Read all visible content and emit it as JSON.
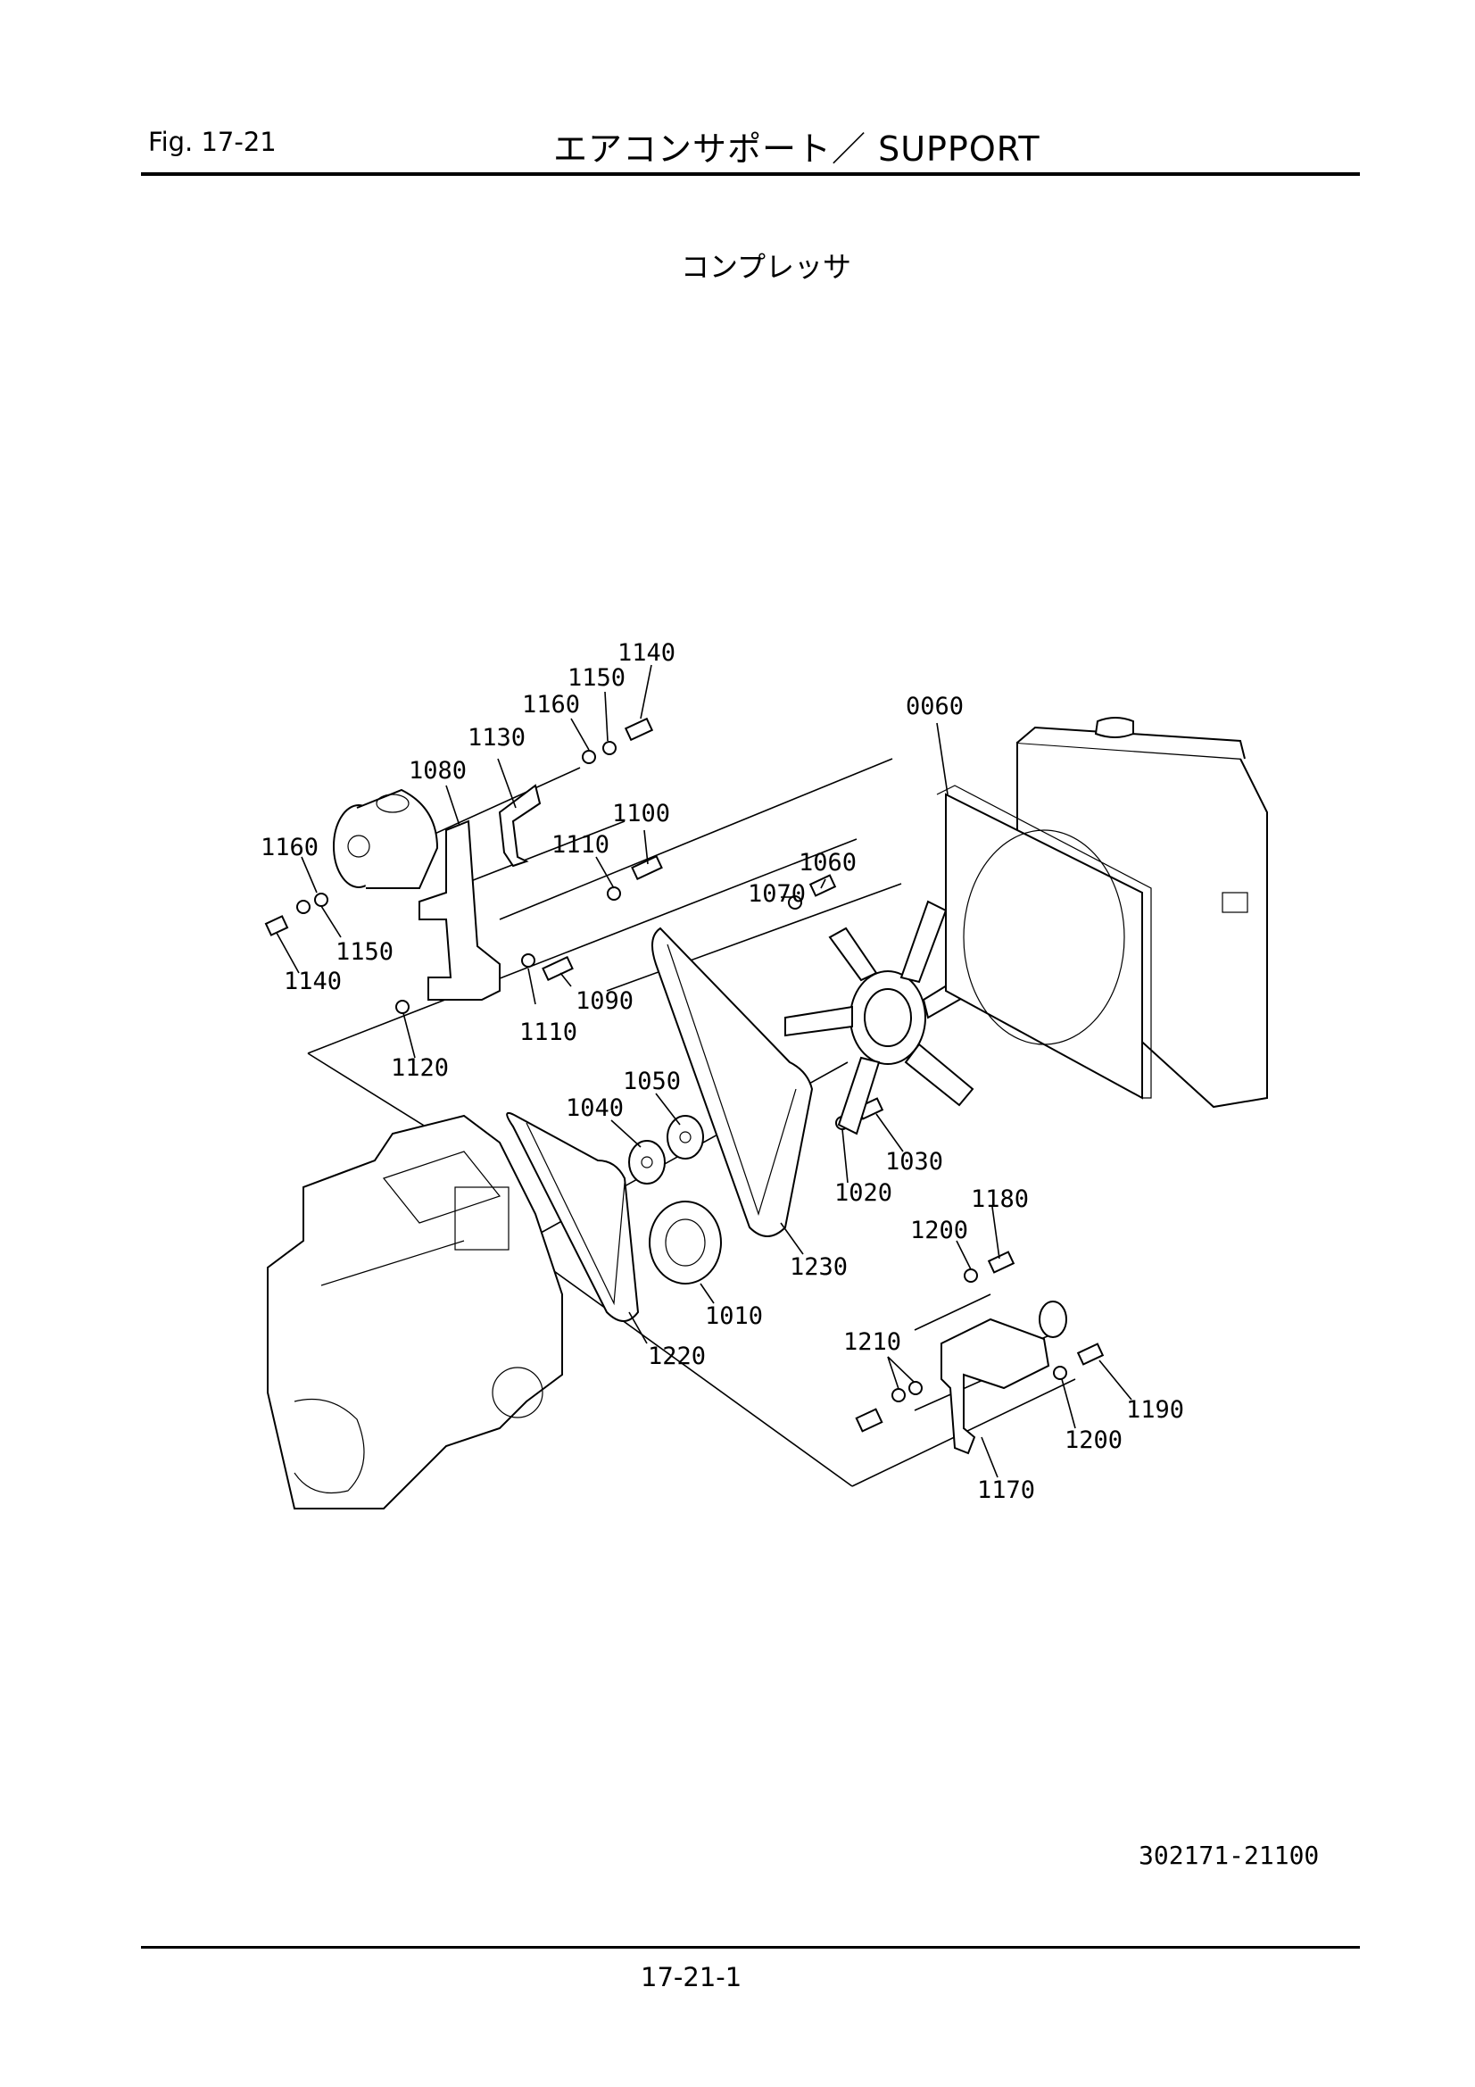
{
  "header": {
    "fig_label": "Fig.  17-21",
    "title": "エアコンサポート／ SUPPORT"
  },
  "subtitle": "コンプレッサ",
  "callouts": [
    "1140",
    "1150",
    "1160",
    "1130",
    "1080",
    "1100",
    "1160",
    "1110",
    "1150",
    "1140",
    "1090",
    "1110",
    "1120",
    "0060",
    "1060",
    "1070",
    "1050",
    "1040",
    "1030",
    "1020",
    "1180",
    "1200",
    "1230",
    "1010",
    "1220",
    "1210",
    "1190",
    "1200",
    "1170"
  ],
  "footer": {
    "doc_number": "302171-21100",
    "page_number": "17-21-1"
  }
}
